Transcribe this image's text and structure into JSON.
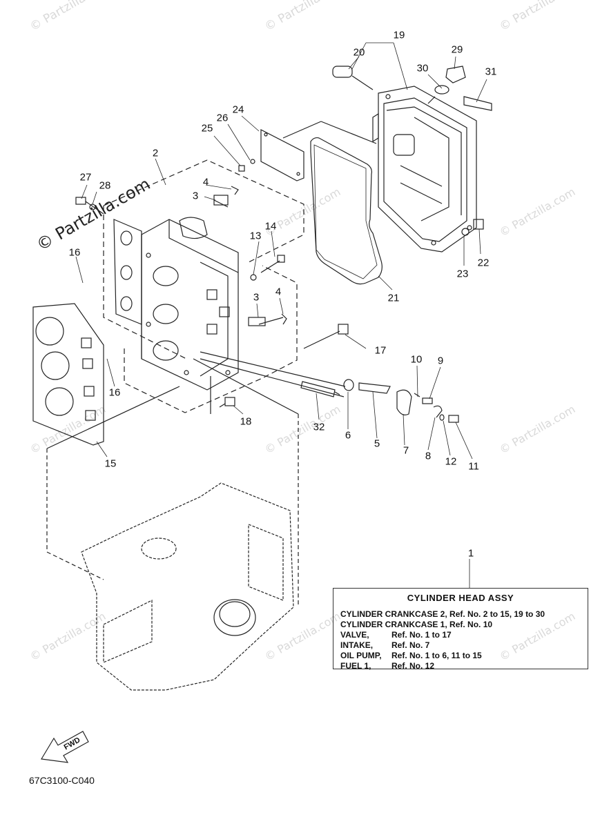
{
  "watermark": {
    "site": "Partzilla.com",
    "small": "© Partzilla.com"
  },
  "callouts": [
    "1",
    "2",
    "3",
    "3",
    "4",
    "4",
    "5",
    "6",
    "7",
    "8",
    "9",
    "10",
    "11",
    "12",
    "13",
    "14",
    "15",
    "16",
    "16",
    "17",
    "18",
    "19",
    "20",
    "21",
    "22",
    "23",
    "24",
    "25",
    "26",
    "27",
    "28",
    "29",
    "30",
    "31",
    "32"
  ],
  "assembly_table": {
    "title": "CYLINDER HEAD ASSY",
    "rows": [
      {
        "name": "CYLINDER CRANKCASE 2,",
        "ref": "Ref. No. 2 to 15, 19 to 30"
      },
      {
        "name": "CYLINDER CRANKCASE 1,",
        "ref": "Ref. No. 10"
      },
      {
        "name": "VALVE,",
        "ref": "Ref. No. 1 to 17"
      },
      {
        "name": "INTAKE,",
        "ref": "Ref. No. 7"
      },
      {
        "name": "OIL PUMP,",
        "ref": "Ref. No. 1 to 6, 11 to 15"
      },
      {
        "name": "FUEL 1,",
        "ref": "Ref. No. 12"
      }
    ]
  },
  "fwd_label": "FWD",
  "diagram_code": "67C3100-C040"
}
